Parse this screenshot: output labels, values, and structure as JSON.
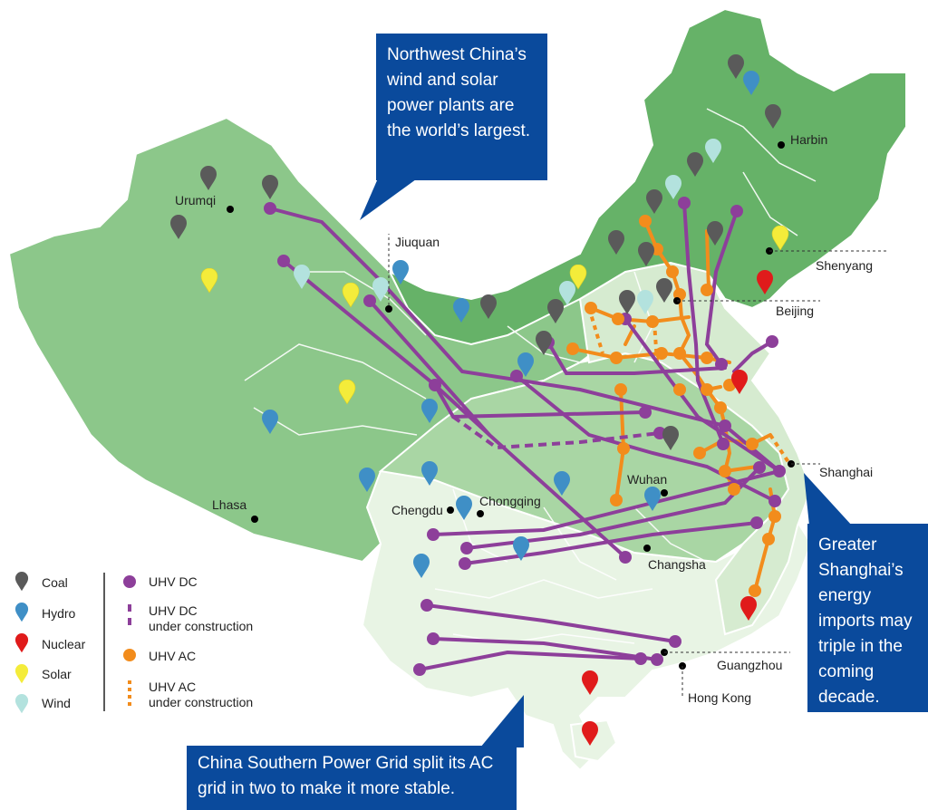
{
  "callouts": {
    "northwest": "Northwest China’s wind and solar power plants are the world’s largest.",
    "shanghai": "Greater Shanghai’s energy imports may triple in the coming decade.",
    "southern": "China Southern Power Grid split its AC grid in two to make it more stable."
  },
  "cities": {
    "urumqi": "Urumqi",
    "jiuquan": "Jiuquan",
    "harbin": "Harbin",
    "shenyang": "Shenyang",
    "beijing": "Beijing",
    "shanghai": "Shanghai",
    "wuhan": "Wuhan",
    "chengdu": "Chengdu",
    "chongqing": "Chongqing",
    "changsha": "Changsha",
    "lhasa": "Lhasa",
    "guangzhou": "Guangzhou",
    "hong_kong": "Hong Kong"
  },
  "legend": {
    "coal": "Coal",
    "hydro": "Hydro",
    "nuclear": "Nuclear",
    "solar": "Solar",
    "wind": "Wind",
    "uhv_dc": "UHV DC",
    "uhv_dc_construction_1": "UHV DC",
    "uhv_dc_construction_2": "under construction",
    "uhv_ac": "UHV AC",
    "uhv_ac_construction_1": "UHV AC",
    "uhv_ac_construction_2": "under construction"
  },
  "colors": {
    "coal": "#5a5a5a",
    "hydro": "#3f8fc6",
    "nuclear": "#e01b1b",
    "solar": "#f4ec3a",
    "wind": "#b3e2de",
    "uhv_dc": "#8d3f9a",
    "uhv_ac": "#f28c1c",
    "callout_bg": "#0a4a9c"
  }
}
